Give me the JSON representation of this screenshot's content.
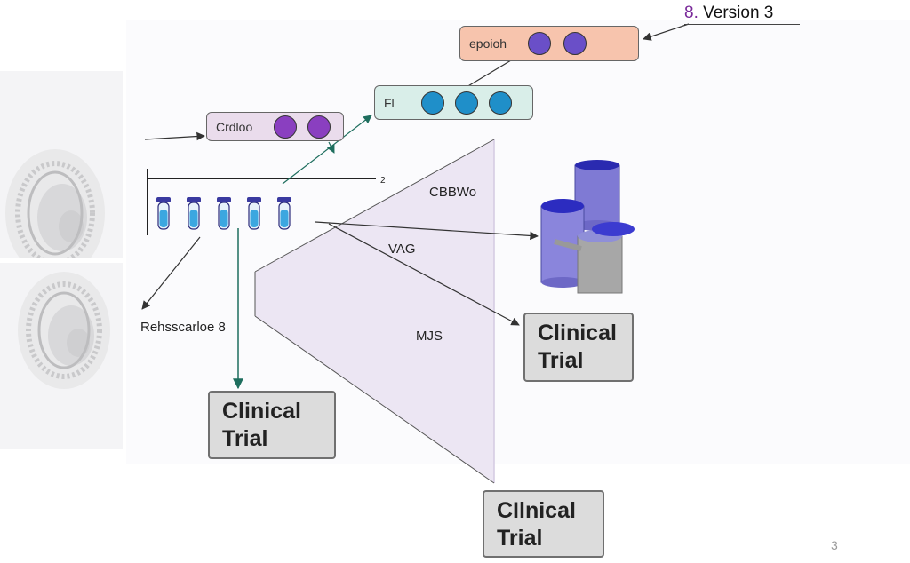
{
  "header": {
    "version_number": "8.",
    "version_label": "Version 3"
  },
  "nodes": {
    "epoch": {
      "label": "epoioh",
      "dot_count": 2,
      "fill": "#f7c4ad",
      "dot_color": "#6a4fc8"
    },
    "fi": {
      "label": "Fl",
      "dot_count": 3,
      "fill": "#d9eee9",
      "dot_color": "#1f8fc9"
    },
    "cradio": {
      "label": "Crdloo",
      "dot_count": 2,
      "fill": "#eadcec",
      "dot_color": "#8a3fc0"
    }
  },
  "annotations": {
    "axis_tick": "2",
    "receptor": "Rehsscarloe 8",
    "cbwo": "CBBWo",
    "vag": "VAG",
    "mus": "MJS"
  },
  "boxes": [
    {
      "line1": "Clinical",
      "line2": "Trial"
    },
    {
      "line1": "Clinical",
      "line2": "Trial"
    },
    {
      "line1": "CIlnical",
      "line2": "Trial"
    }
  ],
  "tubes": {
    "count": 5,
    "liquid_color": "#3ca7e0",
    "cap_color": "#3a3aa0"
  },
  "triangle_fill": "#ece6f3",
  "page_number": "3"
}
